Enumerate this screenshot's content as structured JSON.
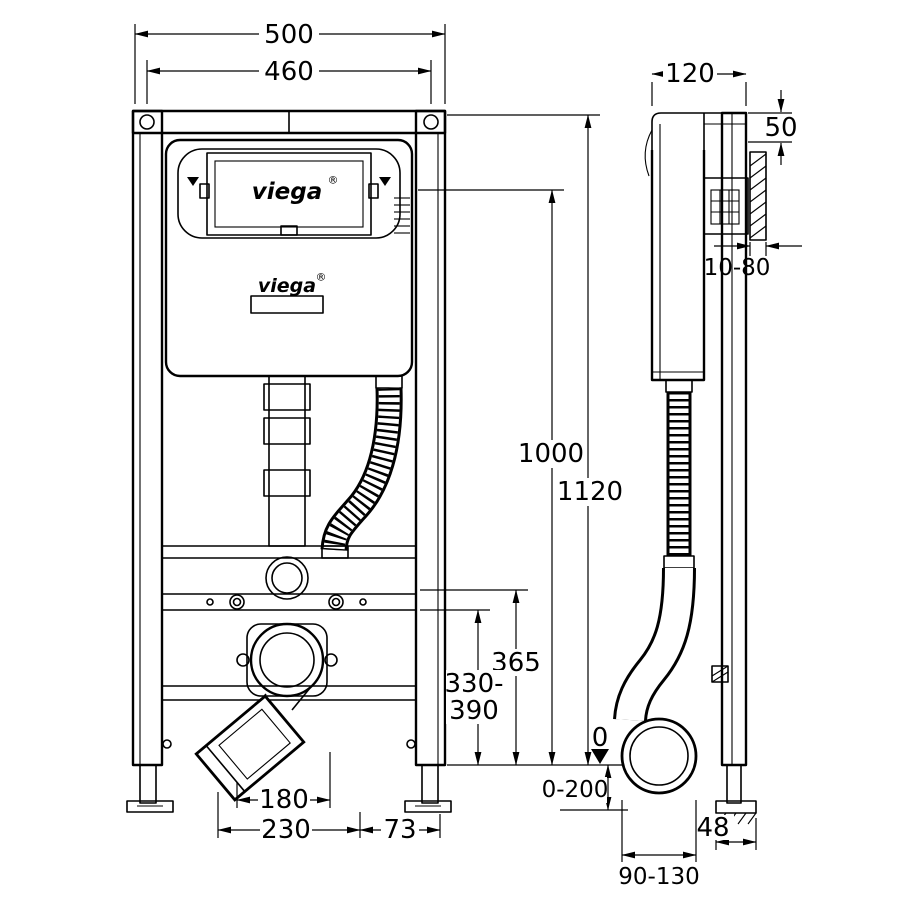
{
  "page": {
    "background": "#ffffff",
    "line_color": "#000000"
  },
  "logo": {
    "text": "viega",
    "registered": "®"
  },
  "front_view": {
    "dim_overall_width": "500",
    "dim_bolt_spacing": "460",
    "dim_height_to_plate": "1000",
    "dim_total_height": "1120",
    "dim_connection_height": "365",
    "dim_outlet_height_line1": "330-",
    "dim_outlet_height_line2": "390",
    "dim_floor_level": "0",
    "dim_leg_adjustment": "0-200",
    "dim_outlet_width": "180",
    "dim_outlet_offset": "230",
    "dim_side_offset": "73"
  },
  "side_view": {
    "dim_depth": "120",
    "dim_top_bracket": "50",
    "dim_plate_adjustment": "10-80",
    "dim_foot_depth": "48",
    "dim_outlet_depth": "90-130"
  }
}
